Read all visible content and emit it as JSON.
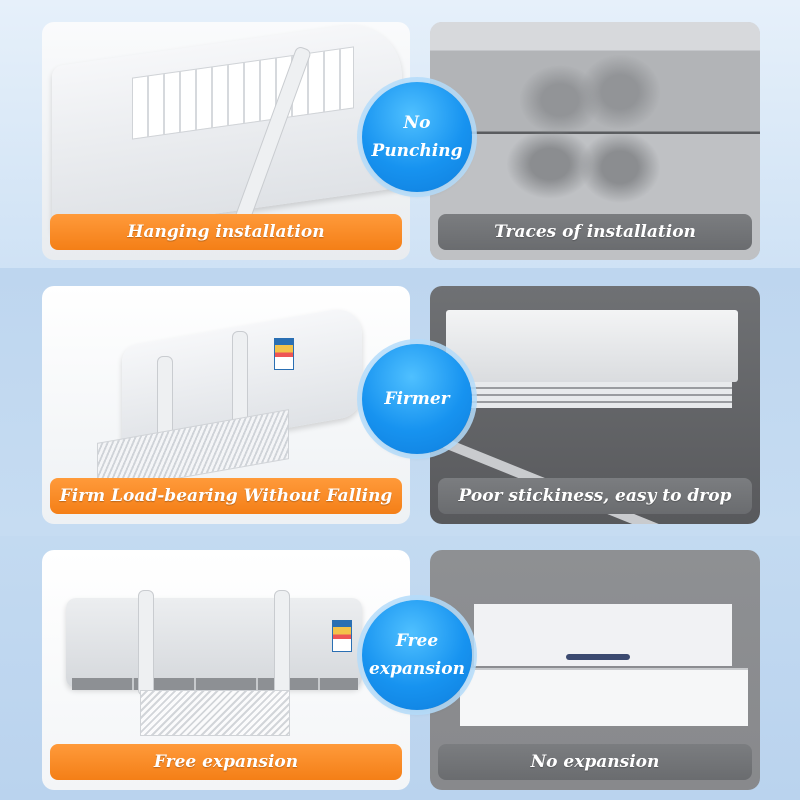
{
  "rows": [
    {
      "badge": {
        "line1": "No",
        "line2": "Punching"
      },
      "left": {
        "label": "Hanging installation",
        "label_color": "#f4841d"
      },
      "right": {
        "label": "Traces of installation",
        "label_color": "#6e7073"
      }
    },
    {
      "badge": {
        "line1": "Firmer",
        "line2": ""
      },
      "left": {
        "label": "Firm Load-bearing Without Falling",
        "label_color": "#f4841d"
      },
      "right": {
        "label": "Poor stickiness, easy to drop",
        "label_color": "#6e7073"
      }
    },
    {
      "badge": {
        "line1": "Free",
        "line2": "expansion"
      },
      "left": {
        "label": "Free expansion",
        "label_color": "#f4841d"
      },
      "right": {
        "label": "No expansion",
        "label_color": "#6e7073"
      }
    }
  ],
  "colors": {
    "accent_orange": "#f4841d",
    "badge_blue": "#1793f0",
    "label_gray": "#6e7073",
    "background_blue": "#c9def3"
  }
}
